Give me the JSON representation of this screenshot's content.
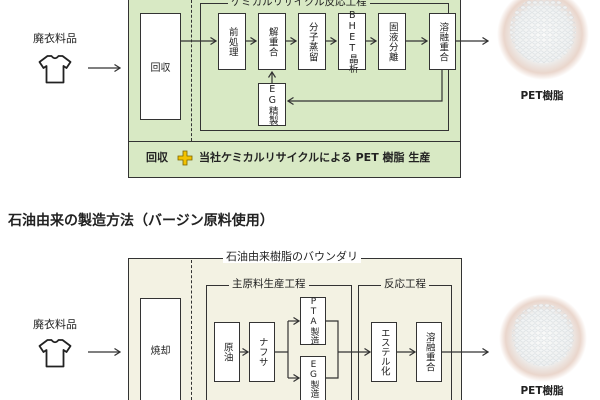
{
  "recycle_flow": {
    "input_label": "廃衣料品",
    "collect_label": "回収",
    "reaction_frame_label": "ケミカルリサイクル反応工程",
    "steps": {
      "pretreatment": "前処理",
      "depolymerization": "解重合",
      "molecular_distillation": "分子蒸留",
      "bhet_crystallization": "BHET晶析",
      "solid_liquid_separation": "固液分離",
      "melt_polymerization": "溶融重合",
      "eg_purification": "EG精製"
    },
    "output_label": "PET樹脂",
    "footer": {
      "collect_label": "回収",
      "text": "当社ケミカルリサイクルによる PET 樹脂 生産"
    }
  },
  "section_heading": "石油由来の製造方法（バージン原料使用）",
  "petroleum_flow": {
    "boundary_label": "石油由来樹脂のバウンダリ",
    "input_label": "廃衣料品",
    "incineration_label": "焼却",
    "raw_material_frame_label": "主原料生産工程",
    "reaction_frame_label": "反応工程",
    "steps": {
      "crude_oil": "原油",
      "naphtha": "ナフサ",
      "pta_production": "PTA製造",
      "eg_production": "EG製造",
      "esterification": "エステル化",
      "melt_polymerization": "溶融重合"
    },
    "output_label": "PET樹脂"
  },
  "icons": {
    "input": "t-shirt-icon",
    "plus": "plus-icon",
    "output": "pet-pellets-image",
    "arrow": "arrow-icon"
  },
  "colors": {
    "recycle_fill": "#d8e9c4",
    "boundary_fill": "#f3f2e3",
    "line": "#333333",
    "plus_icon": "#f2c200"
  }
}
